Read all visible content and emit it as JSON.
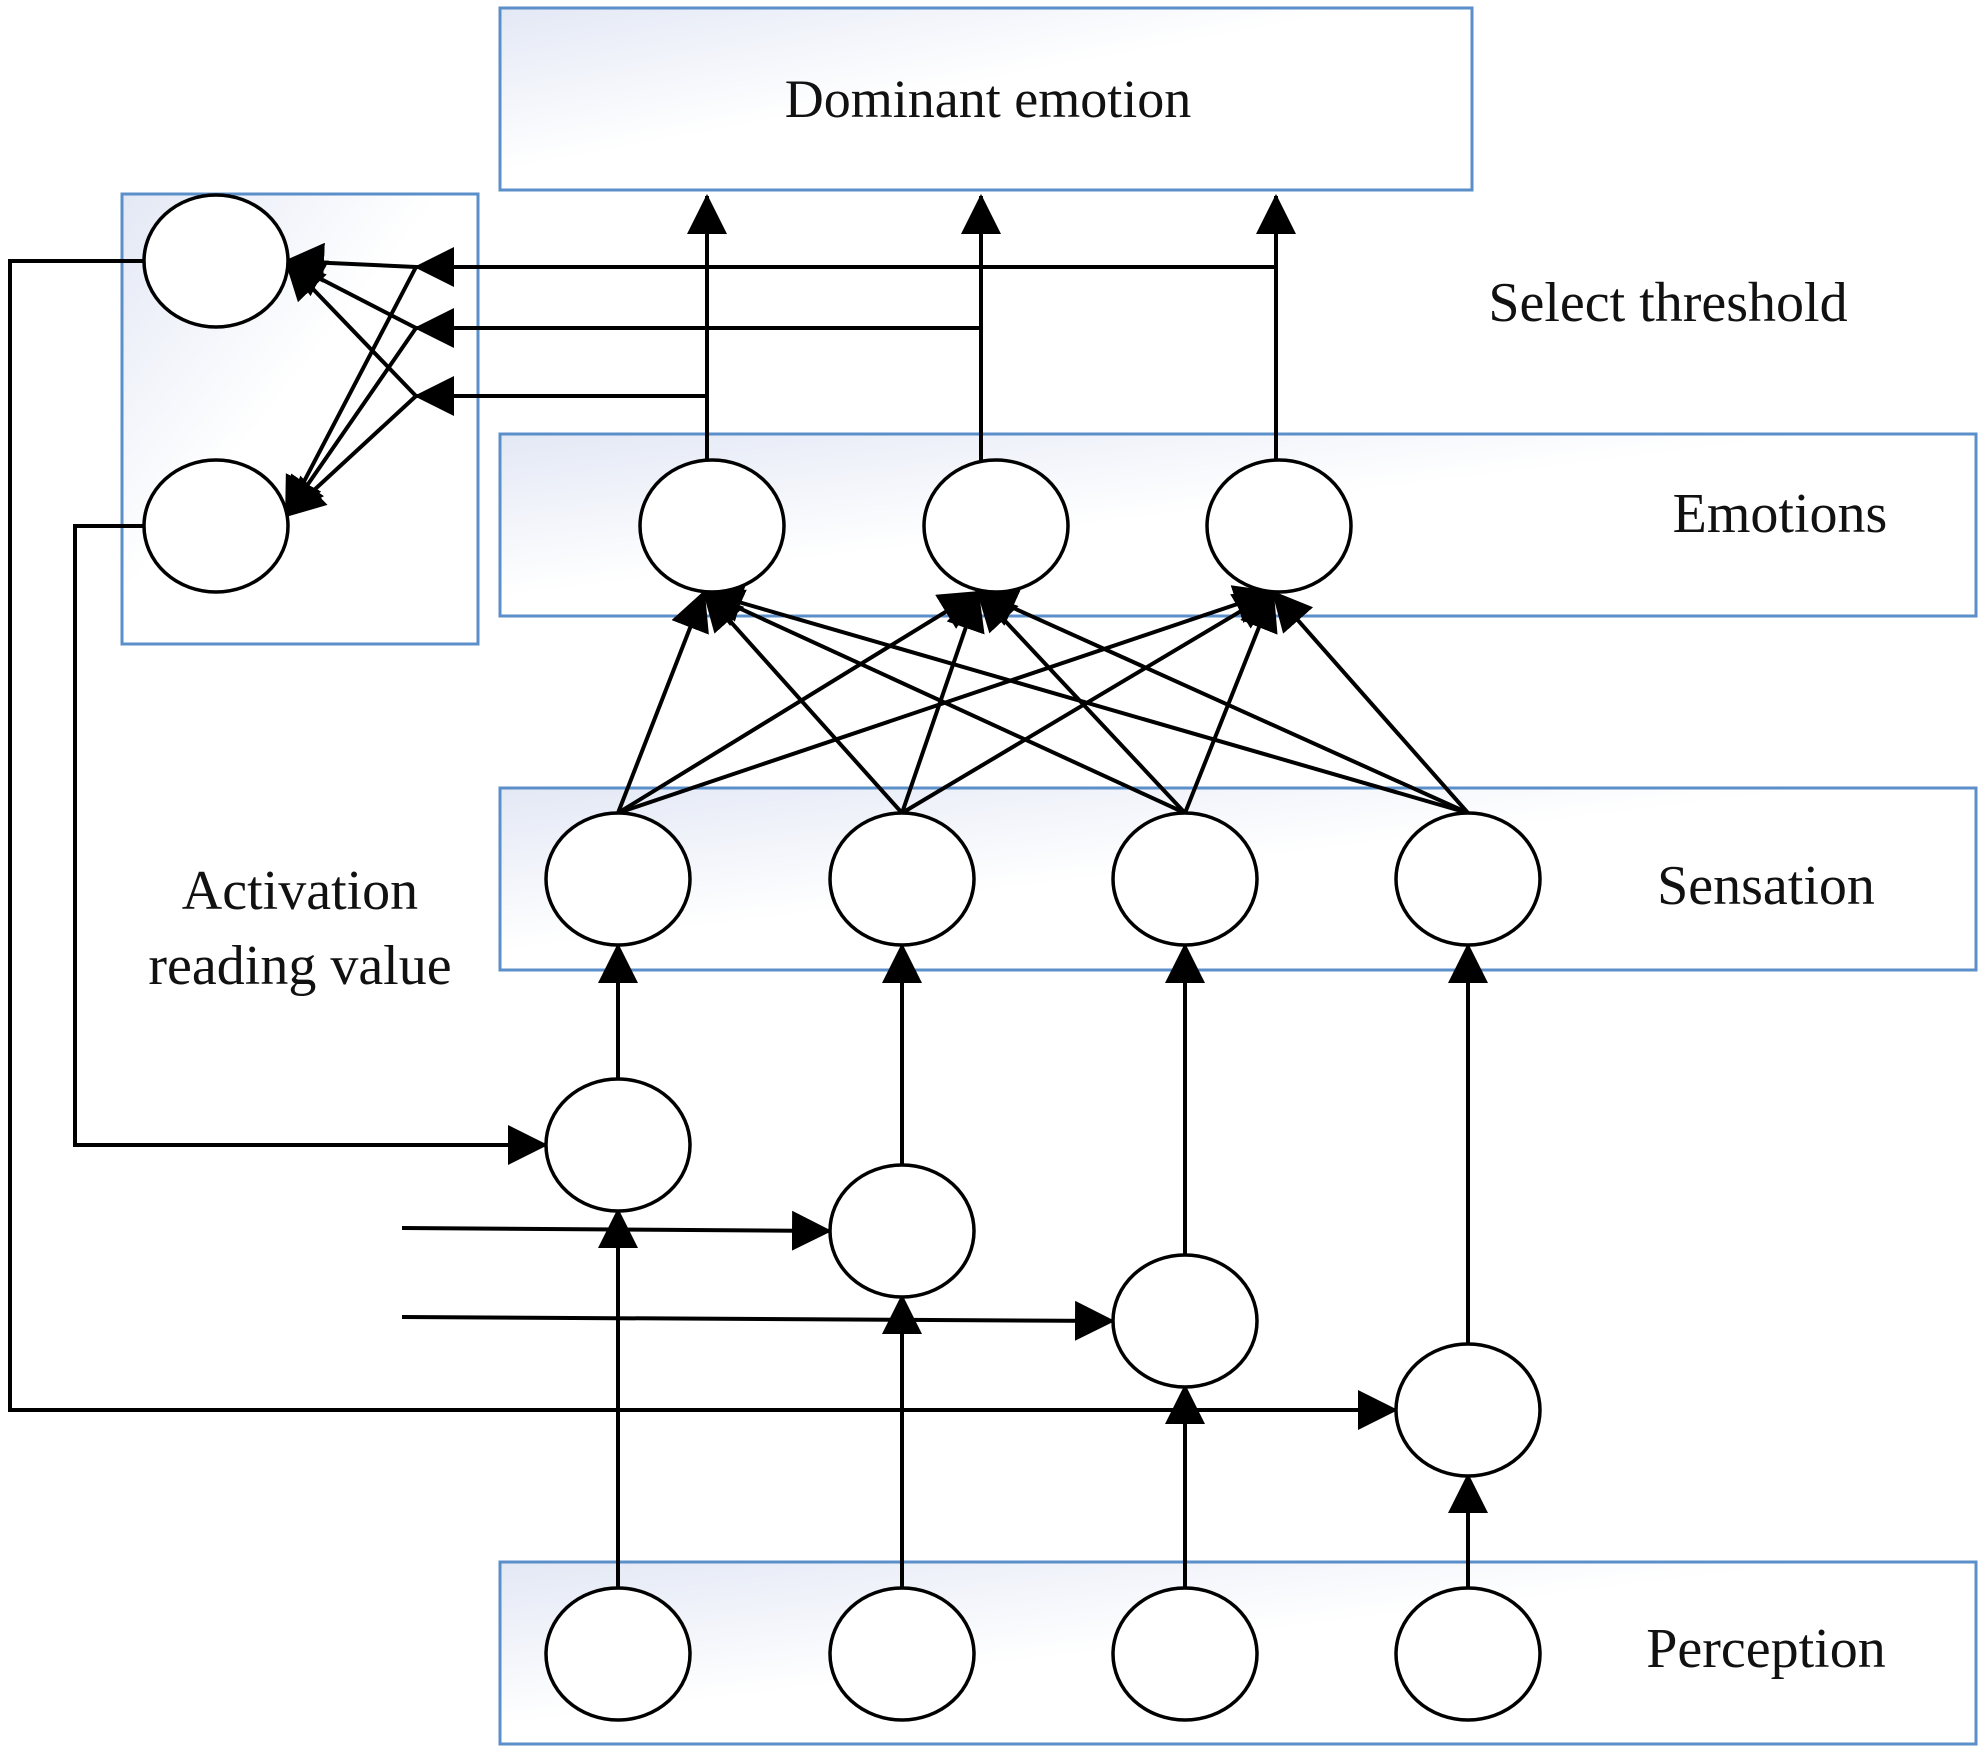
{
  "diagram": {
    "box_color": "#5b8fc9",
    "node_fill": "#ffffff",
    "edge_color": "#000000",
    "labels": {
      "dominant": "Dominant emotion",
      "select_threshold": "Select threshold",
      "emotions": "Emotions",
      "sensation": "Sensation",
      "activation_line1": "Activation",
      "activation_line2": "reading value",
      "perception": "Perception"
    },
    "layers": [
      {
        "name": "dominant-emotion",
        "node_count": 0
      },
      {
        "name": "threshold",
        "node_count": 2
      },
      {
        "name": "emotions",
        "node_count": 3
      },
      {
        "name": "sensation",
        "node_count": 4
      },
      {
        "name": "activation",
        "node_count": 4
      },
      {
        "name": "perception",
        "node_count": 4
      }
    ]
  }
}
